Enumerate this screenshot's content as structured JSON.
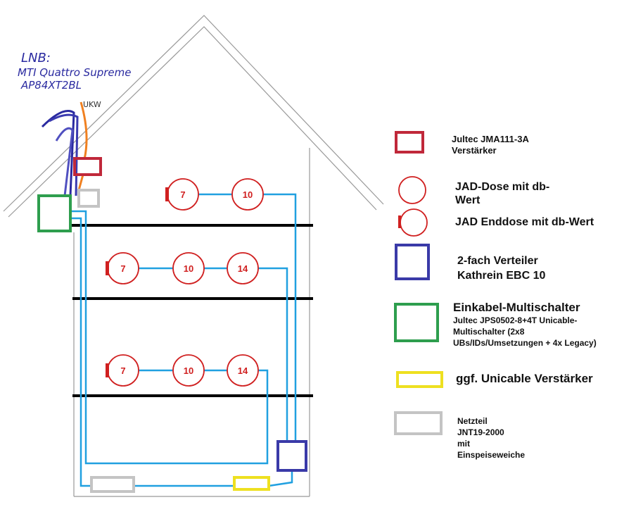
{
  "lnb": {
    "line1": "LNB:",
    "line2": "MTI Quattro Supreme",
    "line3": "AP84XT2BL",
    "ukw": "UKW"
  },
  "floors": [
    {
      "sockets": [
        {
          "value": "7",
          "end": true
        },
        {
          "value": "10",
          "end": false
        }
      ]
    },
    {
      "sockets": [
        {
          "value": "7",
          "end": true
        },
        {
          "value": "10",
          "end": false
        },
        {
          "value": "14",
          "end": false
        }
      ]
    },
    {
      "sockets": [
        {
          "value": "7",
          "end": true
        },
        {
          "value": "10",
          "end": false
        },
        {
          "value": "14",
          "end": false
        }
      ]
    }
  ],
  "legend": [
    {
      "lines": [
        "Jultec JMA111-3A",
        "Verstärker"
      ],
      "color": "#c0283a"
    },
    {
      "lines": [
        "JAD-Dose mit db-",
        "Wert"
      ],
      "color": "#d02020"
    },
    {
      "lines": [
        "JAD Enddose mit db-Wert"
      ],
      "color": "#d02020"
    },
    {
      "lines": [
        "2-fach Verteiler",
        "Kathrein EBC 10"
      ],
      "color": "#3a3aa8"
    },
    {
      "title": "Einkabel-Multischalter",
      "lines": [
        "Jultec JPS0502-8+4T Unicable-",
        "Multischalter (2x8",
        "UBs/IDs/Umsetzungen + 4x Legacy)"
      ],
      "color": "#2e9e4e"
    },
    {
      "lines": [
        "ggf. Unicable Verstärker"
      ],
      "color": "#eee020"
    },
    {
      "lines": [
        "Netzteil",
        "JNT19-2000",
        "mit",
        "Einspeiseweiche"
      ],
      "color": "#c4c4c4"
    }
  ]
}
